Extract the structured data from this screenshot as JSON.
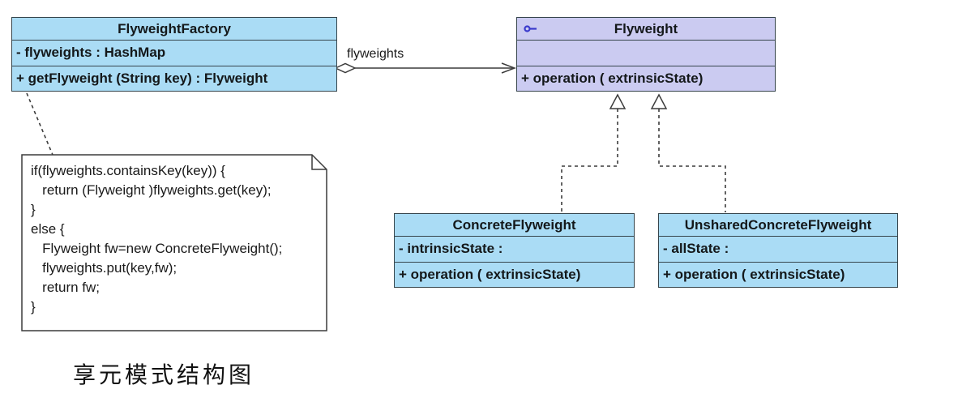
{
  "diagram": {
    "caption": "享元模式结构图",
    "classes": [
      {
        "name": "FlyweightFactory",
        "attributes": [
          "- flyweights : HashMap"
        ],
        "methods": [
          "+ getFlyweight (String key) : Flyweight"
        ]
      },
      {
        "name": "Flyweight",
        "attributes": [],
        "methods": [
          "+ operation ( extrinsicState)"
        ]
      },
      {
        "name": "ConcreteFlyweight",
        "attributes": [
          "- intrinsicState :"
        ],
        "methods": [
          "+ operation ( extrinsicState)"
        ]
      },
      {
        "name": "UnsharedConcreteFlyweight",
        "attributes": [
          "- allState :"
        ],
        "methods": [
          "+ operation ( extrinsicState)"
        ]
      }
    ],
    "association": {
      "label": "flyweights",
      "from": "FlyweightFactory",
      "to": "Flyweight",
      "type": "aggregation with open arrowhead"
    },
    "realizations": [
      {
        "from": "ConcreteFlyweight",
        "to": "Flyweight"
      },
      {
        "from": "UnsharedConcreteFlyweight",
        "to": "Flyweight"
      }
    ],
    "note": {
      "attached_to": "FlyweightFactory.getFlyweight",
      "lines": [
        "if(flyweights.containsKey(key)) {",
        "   return (Flyweight )flyweights.get(key);",
        "}",
        "else {",
        "   Flyweight fw=new ConcreteFlyweight();",
        "   flyweights.put(key,fw);",
        "   return fw;",
        "}"
      ]
    },
    "colors": {
      "class_fill": "#aadcf5",
      "interface_fill": "#cbcbf1",
      "border": "#36454c",
      "interface_icon": "#3a3acc",
      "background": "#ffffff",
      "text": "#14181a"
    }
  }
}
